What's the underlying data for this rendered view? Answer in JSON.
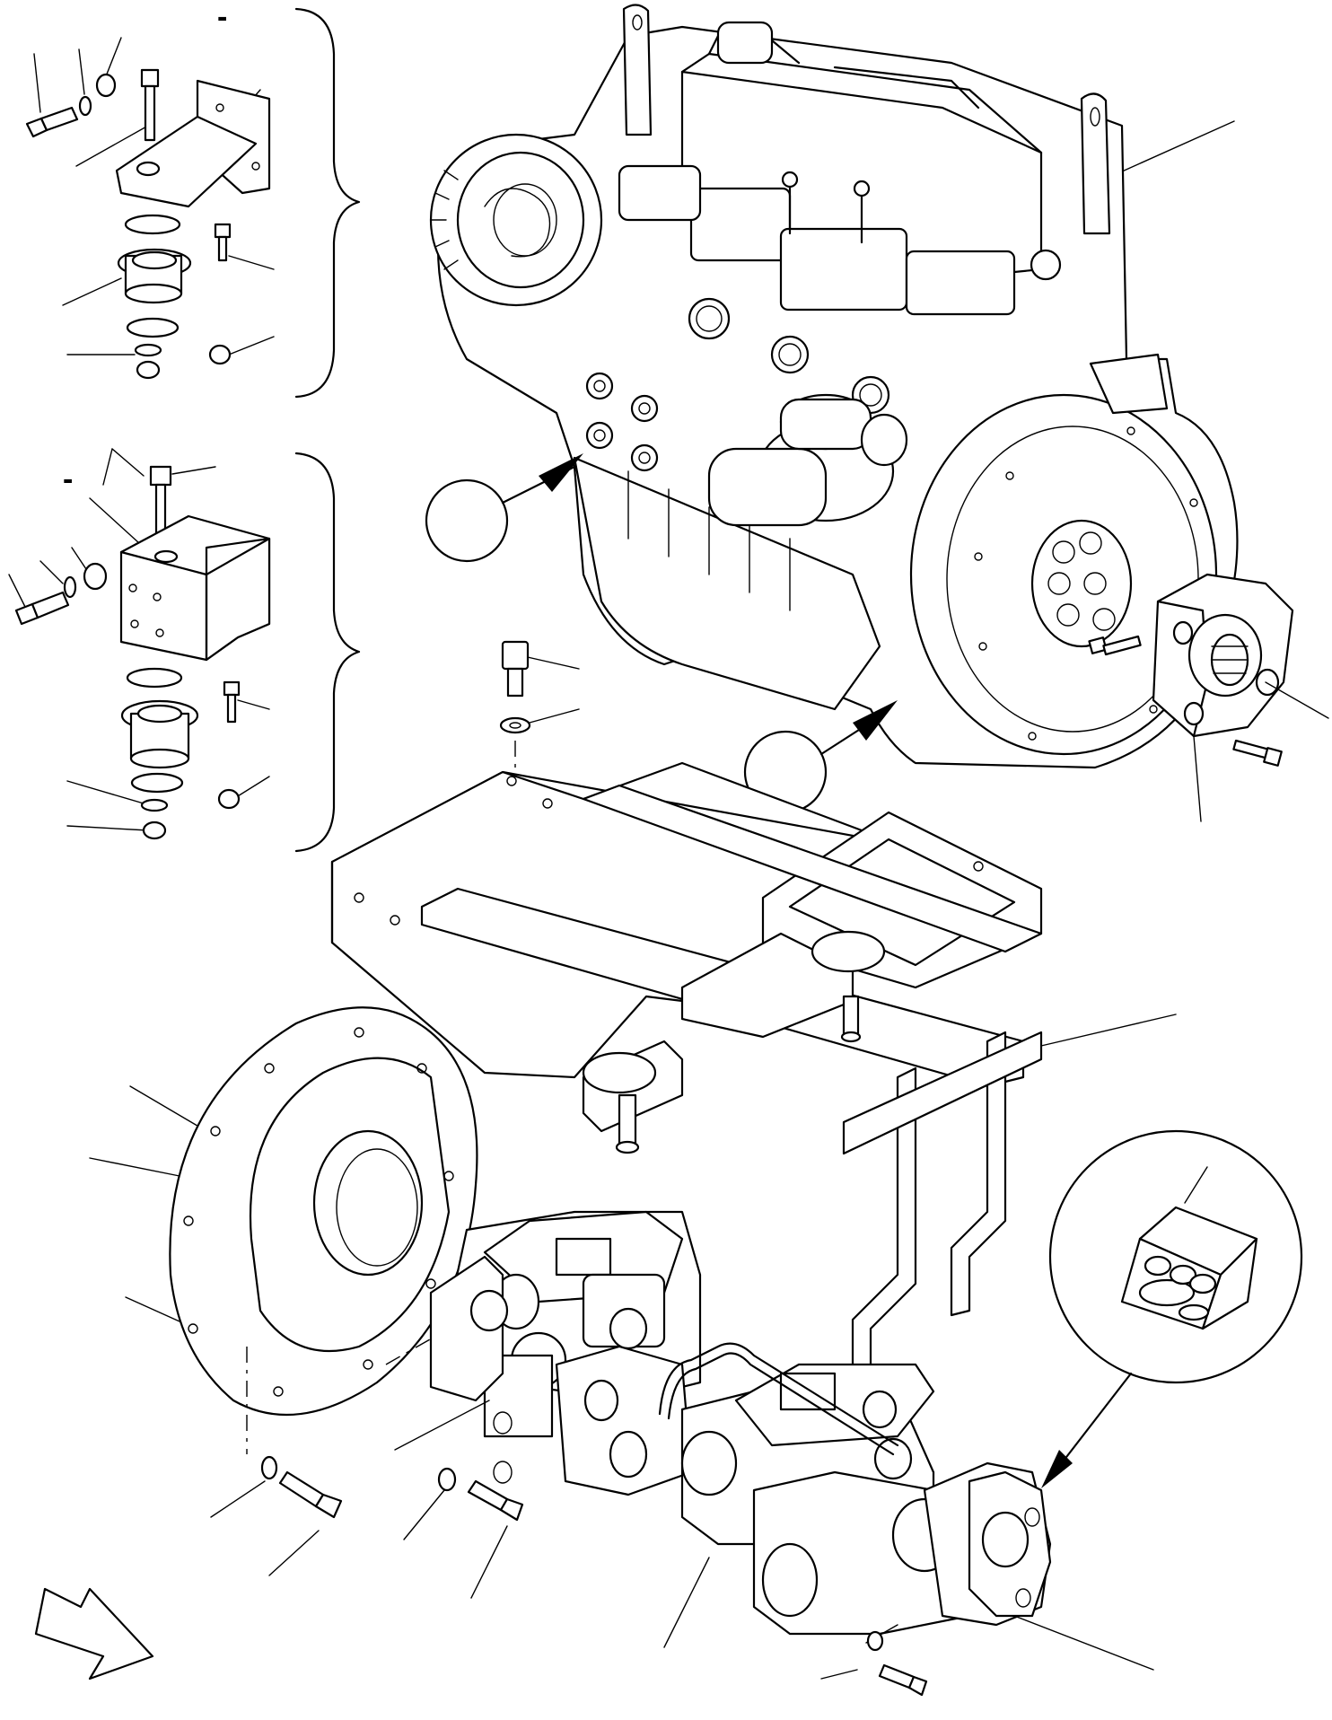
{
  "diagram": {
    "label_markers": [
      "-",
      "-"
    ],
    "components": [
      {
        "name": "engine-assembly",
        "icon": "engine-icon"
      },
      {
        "name": "front-mount-kit-upper",
        "icon": "mount-bracket-icon"
      },
      {
        "name": "rear-mount-kit-lower",
        "icon": "mount-bracket-icon"
      },
      {
        "name": "flexible-coupling",
        "icon": "coupling-icon"
      },
      {
        "name": "support-frame",
        "icon": "frame-icon"
      },
      {
        "name": "bell-housing-flange",
        "icon": "flange-icon"
      },
      {
        "name": "hydraulic-pump-assembly",
        "icon": "pump-icon"
      },
      {
        "name": "gasket-kit-detail",
        "icon": "gasket-kit-icon"
      },
      {
        "name": "orientation-arrow",
        "icon": "arrow-icon"
      }
    ],
    "colors": {
      "line": "#000000",
      "background": "#ffffff"
    }
  }
}
